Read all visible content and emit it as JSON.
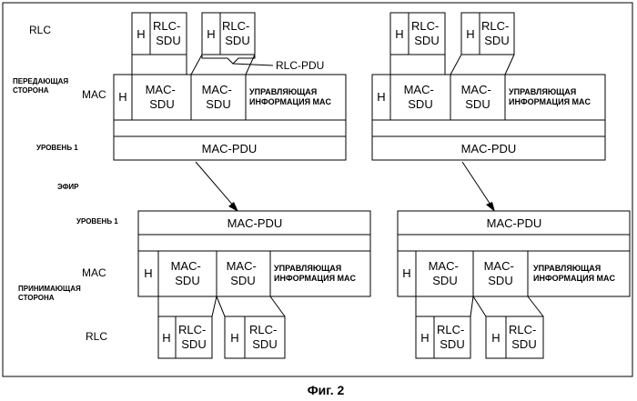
{
  "labels": {
    "rlc": "RLC",
    "mac": "MAC",
    "transmit_side": [
      "ПЕРЕДАЮЩАЯ",
      "СТОРОНА"
    ],
    "receive_side": [
      "ПРИНИМАЮЩАЯ",
      "СТОРОНА"
    ],
    "layer1": "УРОВЕНЬ 1",
    "air": "ЭФИР"
  },
  "blocks": {
    "header": "H",
    "rlc_sdu": [
      "RLC-",
      "SDU"
    ],
    "mac_sdu": [
      "MAC-",
      "SDU"
    ],
    "mac_control": [
      "УПРАВЛЯЮЩАЯ",
      "ИНФОРМАЦИЯ MAC"
    ],
    "mac_pdu": "MAC-PDU"
  },
  "callout": "RLC-PDU",
  "caption": "Фиг. 2"
}
